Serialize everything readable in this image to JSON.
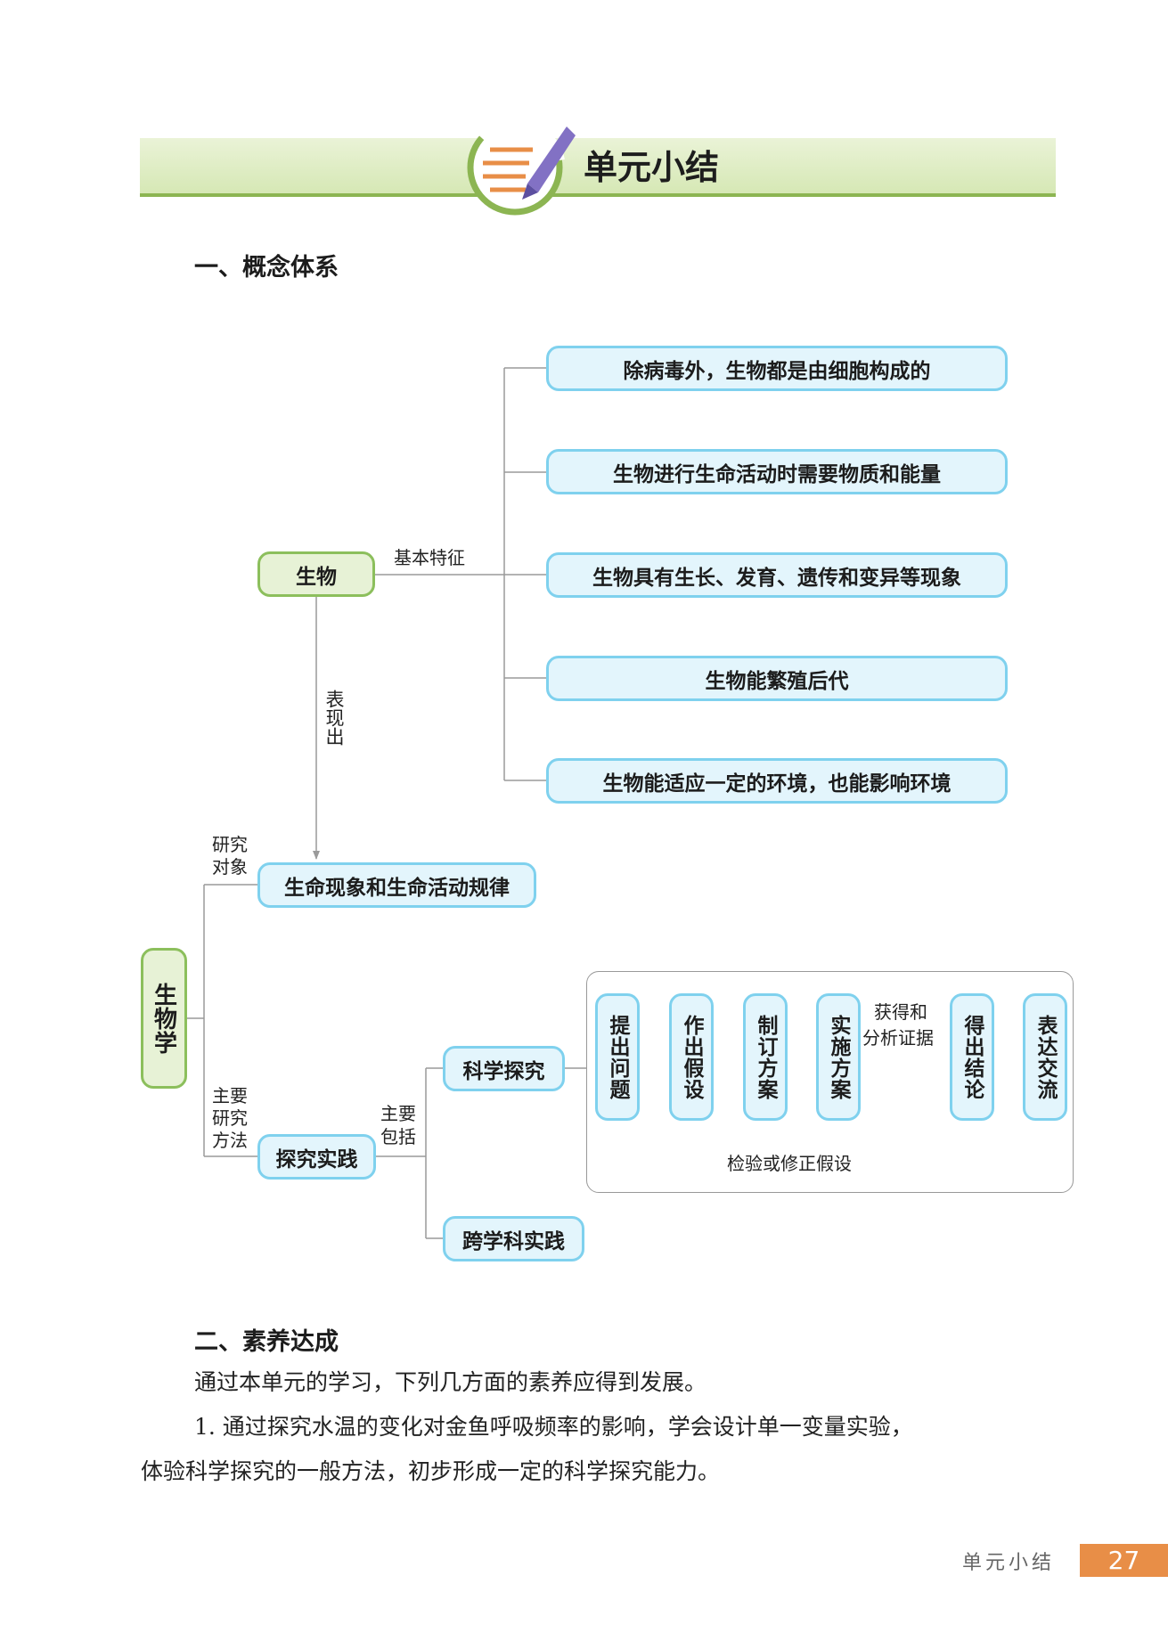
{
  "header": {
    "title": "单元小结"
  },
  "section1": {
    "heading": "一、概念体系"
  },
  "map": {
    "organism": "生物",
    "basic_features_label": "基本特征",
    "features": [
      "除病毒外，生物都是由细胞构成的",
      "生物进行生命活动时需要物质和能量",
      "生物具有生长、发育、遗传和变异等现象",
      "生物能繁殖后代",
      "生物能适应一定的环境，也能影响环境"
    ],
    "manifest_label": "表现出",
    "research_object_label": [
      "研究",
      "对象"
    ],
    "phenomena": "生命现象和生命活动规律",
    "biology": "生物学",
    "method_label": [
      "主要",
      "研究",
      "方法"
    ],
    "practice": "探究实践",
    "include_label": [
      "主要",
      "包括"
    ],
    "inquiry": "科学探究",
    "interdisciplinary": "跨学科实践",
    "steps": [
      "提出问题",
      "作出假设",
      "制订方案",
      "实施方案",
      "得出结论",
      "表达交流"
    ],
    "evidence_label": [
      "获得和",
      "分析证据"
    ],
    "verify_label": "检验或修正假设"
  },
  "section2": {
    "heading": "二、素养达成",
    "intro": "通过本单元的学习，下列几方面的素养应得到发展。",
    "item1_line1": "1. 通过探究水温的变化对金鱼呼吸频率的影响，学会设计单一变量实验，",
    "item1_line2": "体验科学探究的一般方法，初步形成一定的科学探究能力。"
  },
  "footer": {
    "section": "单元小结",
    "page": "27"
  },
  "colors": {
    "box_border": "#7fd1ee",
    "box_fill": "#e3f5fc",
    "green_border": "#8cbf5c",
    "accent": "#e88e47"
  }
}
